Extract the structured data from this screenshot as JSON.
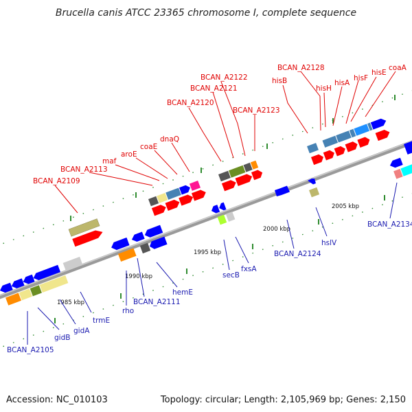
{
  "title": "Brucella canis ATCC 23365 chromosome I, complete sequence",
  "footer": {
    "accession": "Accession: NC_010103",
    "summary": "Topology: circular; Length: 2,105,969 bp; Genes: 2,150"
  },
  "scale_labels": [
    "1985 kbp",
    "1990 kbp",
    "1995 kbp",
    "2000 kbp",
    "2005 kbp"
  ],
  "labels_top": [
    "BCAN_A2109",
    "BCAN_A2113",
    "maf",
    "aroE",
    "coaE",
    "dnaQ",
    "BCAN_A2120",
    "BCAN_A2121",
    "BCAN_A2122",
    "BCAN_A2123",
    "hisB",
    "BCAN_A2128",
    "hisH",
    "hisA",
    "hisF",
    "hisE",
    "coaA"
  ],
  "labels_bottom": [
    "BCAN_A2105",
    "gidB",
    "gidA",
    "trmE",
    "rho",
    "BCAN_A2111",
    "hemE",
    "secB",
    "fxsA",
    "BCAN_A2124",
    "hslV",
    "BCAN_A2134"
  ],
  "colors": {
    "backbone": "#8c8c8c",
    "tick": "#2e8b2e",
    "label_top": "#e00000",
    "label_bottom": "#1a1ab0"
  }
}
